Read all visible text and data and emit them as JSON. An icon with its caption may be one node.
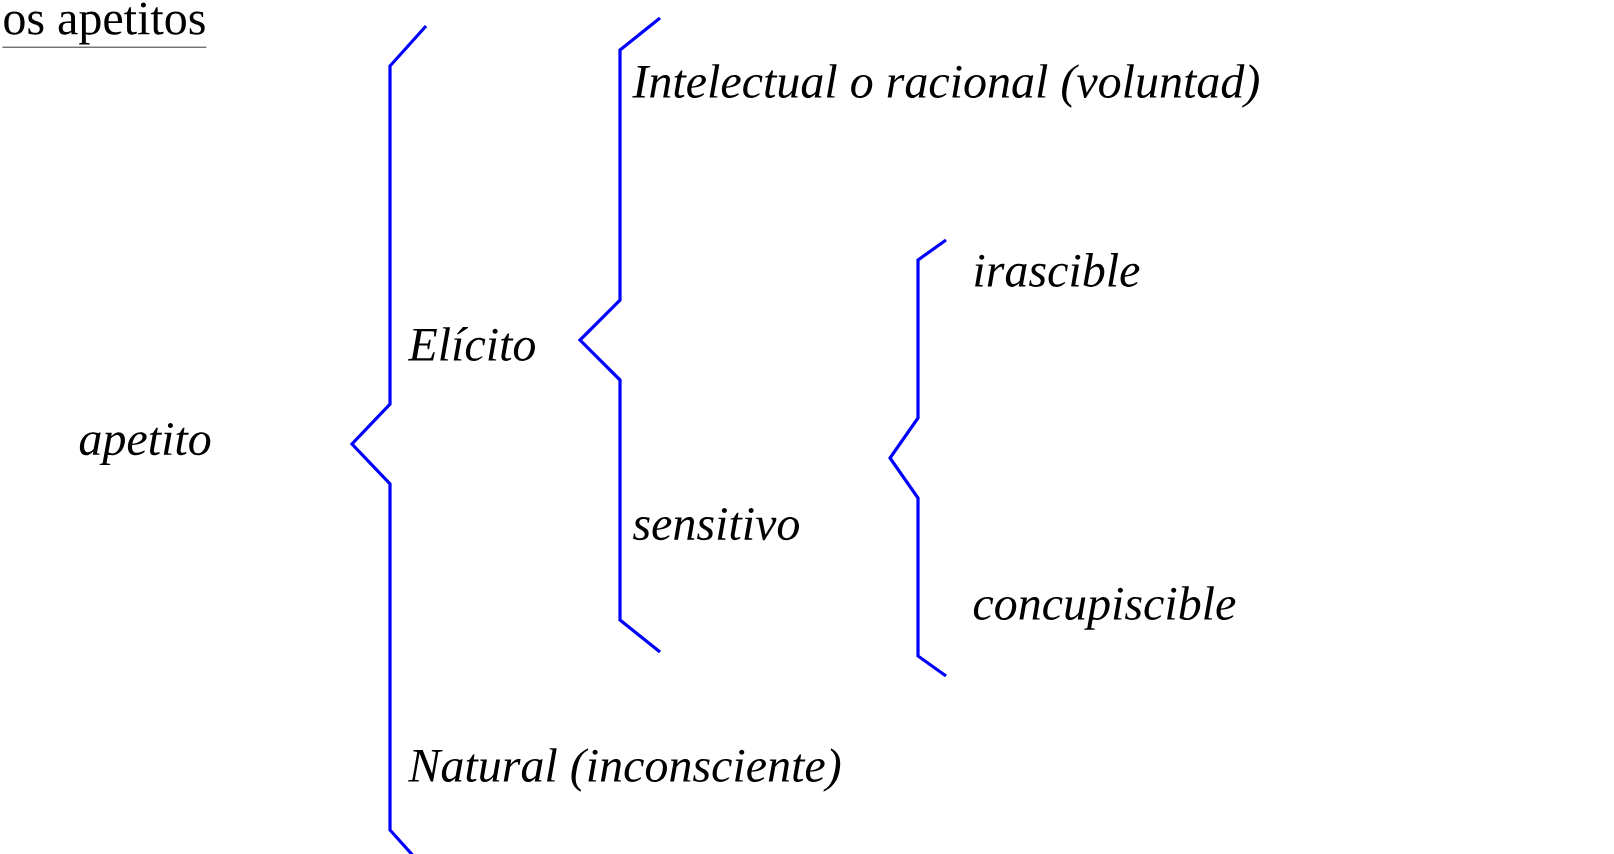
{
  "diagram": {
    "title": "os apetitos",
    "nodes": [
      {
        "text": [
          "apetito"
        ]
      },
      {
        "text": [
          "Elícito"
        ]
      },
      {
        "text": [
          "Intelectual o racional (voluntad)"
        ]
      },
      {
        "text": [
          "sensitivo"
        ]
      },
      {
        "text": [
          "irascible"
        ]
      },
      {
        "text": [
          "concupiscible"
        ]
      },
      {
        "text": [
          "Natural (inconsciente)"
        ]
      }
    ]
  }
}
